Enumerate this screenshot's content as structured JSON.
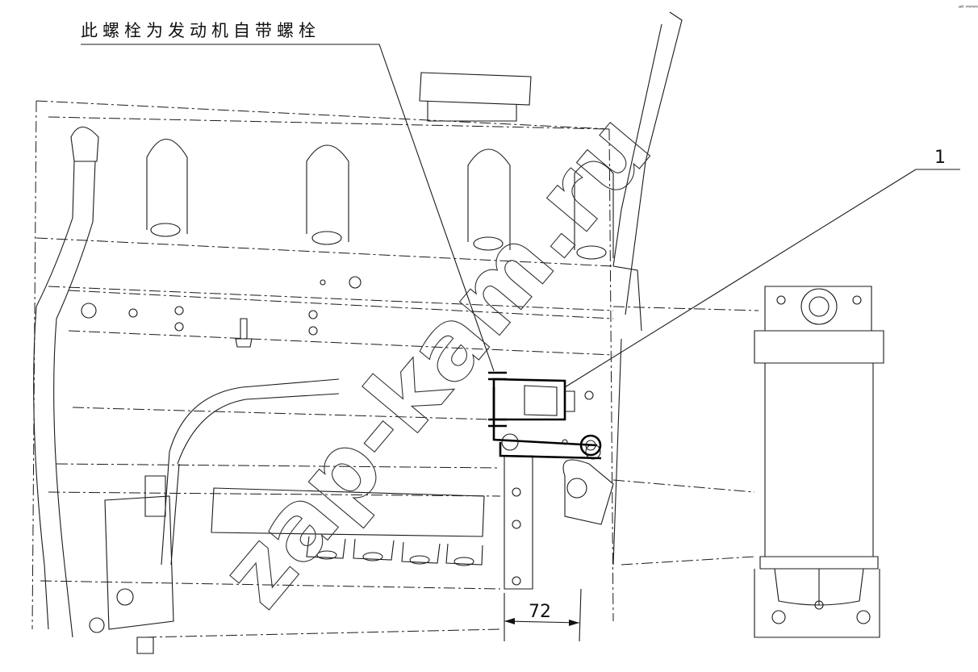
{
  "annotation": {
    "note_cn": "此螺栓为发动机自带螺栓"
  },
  "callouts": {
    "part_1": "1"
  },
  "dimensions": {
    "width_72": "72"
  },
  "watermark": {
    "text": "zap-kam.ru"
  },
  "corner_mark": "ᵃ⁰ ᵐᵐᵐ"
}
